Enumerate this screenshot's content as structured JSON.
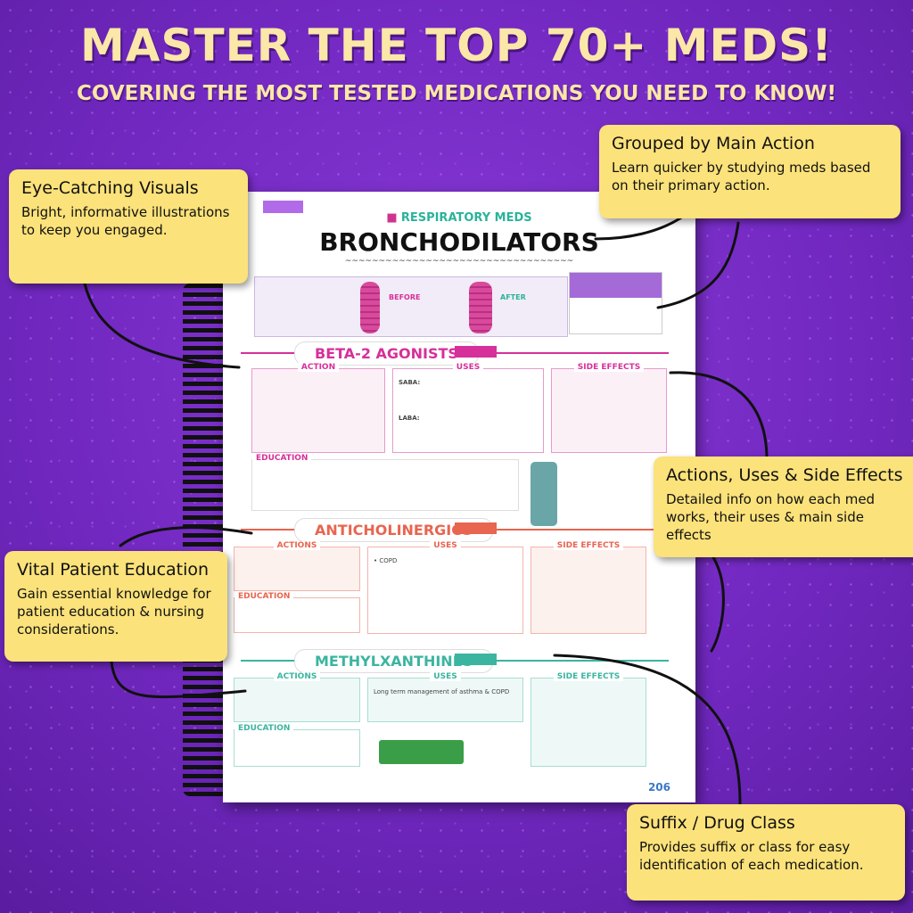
{
  "header": {
    "title": "MASTER THE TOP 70+ MEDS!",
    "subtitle": "COVERING THE MOST TESTED MEDICATIONS YOU NEED TO KNOW!"
  },
  "page": {
    "kicker": "RESPIRATORY MEDS",
    "title": "BRONCHODILATORS",
    "page_number": "206",
    "illustration": {
      "before": "BEFORE",
      "after": "AFTER"
    },
    "sections": [
      {
        "name": "BETA-2 AGONISTS",
        "color": "#d6309a",
        "columns": [
          {
            "heading": "ACTION"
          },
          {
            "heading": "USES",
            "lines": [
              "SABA:",
              "LABA:"
            ]
          },
          {
            "heading": "SIDE EFFECTS"
          }
        ],
        "education": "EDUCATION"
      },
      {
        "name": "ANTICHOLINERGICS",
        "color": "#e8654f",
        "columns": [
          {
            "heading": "ACTIONS"
          },
          {
            "heading": "USES",
            "lines": [
              "COPD"
            ]
          },
          {
            "heading": "SIDE EFFECTS"
          }
        ],
        "education": "EDUCATION"
      },
      {
        "name": "METHYLXANTHINES",
        "color": "#3bb5a0",
        "columns": [
          {
            "heading": "ACTIONS"
          },
          {
            "heading": "USES",
            "lines": [
              "Long term management of asthma & COPD"
            ]
          },
          {
            "heading": "SIDE EFFECTS"
          }
        ],
        "education": "EDUCATION"
      }
    ]
  },
  "callouts": [
    {
      "title": "Eye-Catching Visuals",
      "text": "Bright, informative illustrations to keep you engaged."
    },
    {
      "title": "Grouped by Main Action",
      "text": "Learn quicker by studying meds based on their primary action."
    },
    {
      "title": "Actions, Uses & Side Effects",
      "text": "Detailed info on how each med works, their uses & main side effects"
    },
    {
      "title": "Vital Patient Education",
      "text": "Gain essential knowledge for patient education & nursing considerations."
    },
    {
      "title": "Suffix / Drug Class",
      "text": "Provides suffix or class for easy identification of each medication."
    }
  ],
  "colors": {
    "background": "#7128c0",
    "callout": "#fbe27a",
    "title_text": "#fbe7a8"
  }
}
